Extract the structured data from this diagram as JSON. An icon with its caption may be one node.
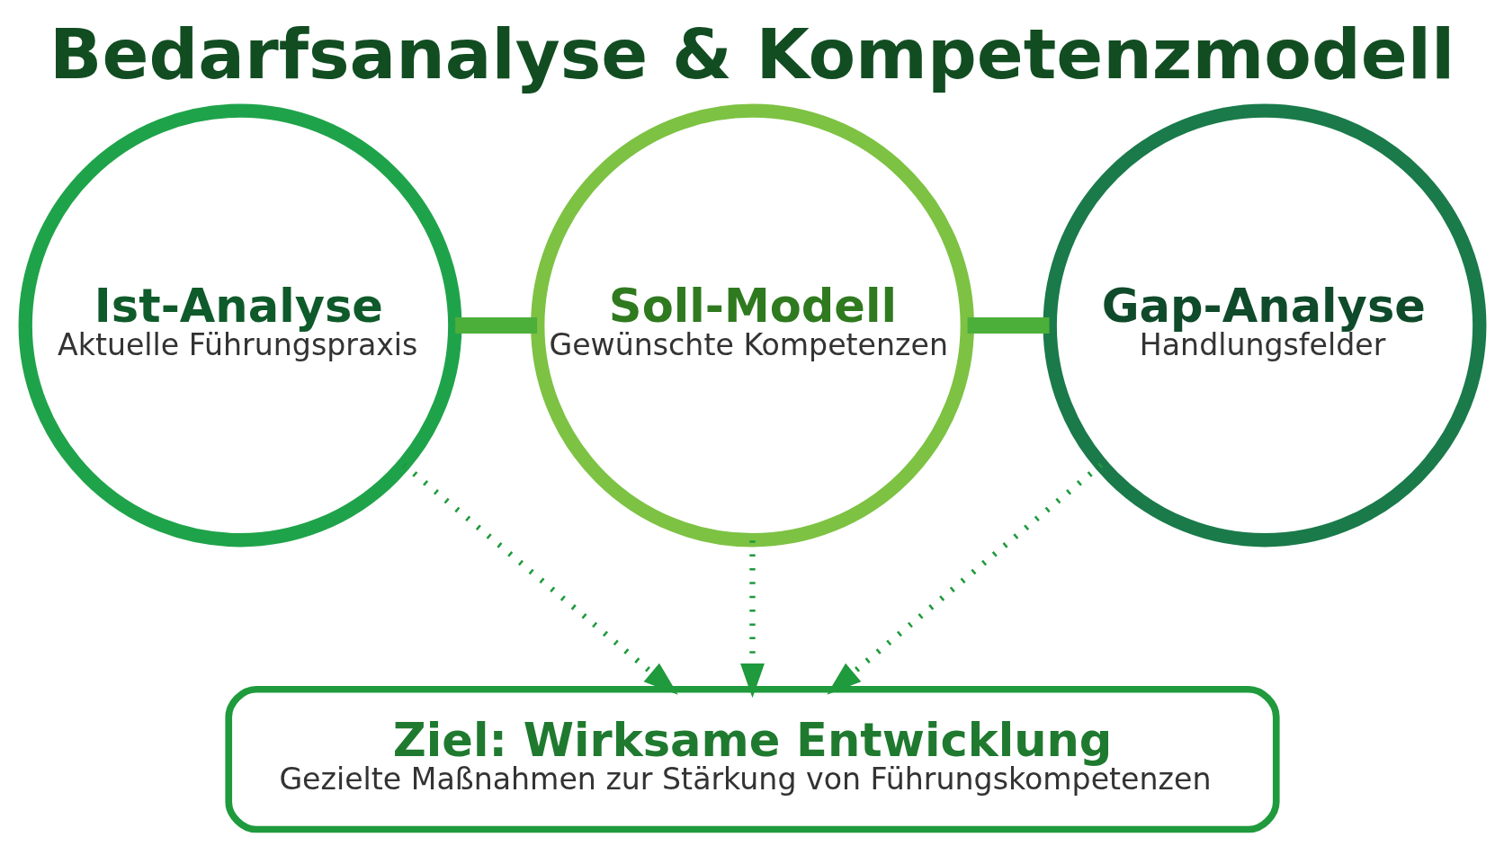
{
  "diagram": {
    "title": "Bedarfsanalyse & Kompetenzmodell",
    "nodes": [
      {
        "text": [
          "Ist-Analyse",
          "Aktuelle Führungspraxis"
        ]
      },
      {
        "text": [
          "Soll-Modell",
          "Gewünschte Kompetenzen"
        ]
      },
      {
        "text": [
          "Gap-Analyse",
          "Handlungsfelder"
        ]
      },
      {
        "text": [
          "Ziel: Wirksame Entwicklung",
          "Gezielte Maßnahmen zur Stärkung von Führungskompetenzen"
        ]
      }
    ],
    "edges": [
      {
        "from": 0,
        "to": 1,
        "arrow": "none",
        "style": "thick"
      },
      {
        "from": 1,
        "to": 2,
        "arrow": "none",
        "style": "thick"
      },
      {
        "from": 0,
        "to": 3,
        "arrow": "to",
        "style": "dashed"
      },
      {
        "from": 1,
        "to": 3,
        "arrow": "to",
        "style": "dashed"
      },
      {
        "from": 2,
        "to": 3,
        "arrow": "to",
        "style": "dashed"
      }
    ]
  }
}
